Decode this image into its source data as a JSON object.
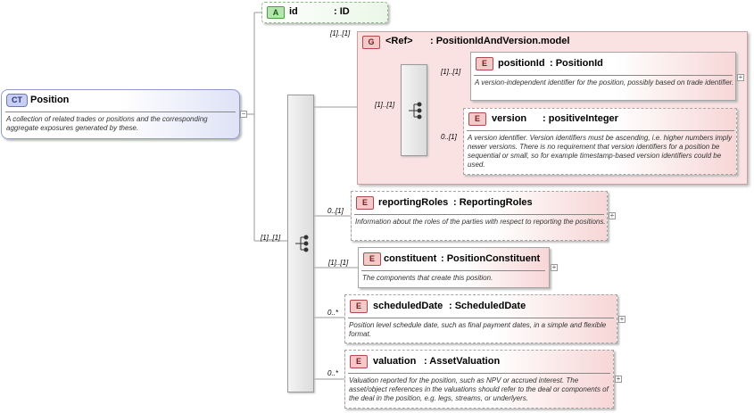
{
  "root": {
    "badge": "CT",
    "name": "Position",
    "description": "A collection of related trades or positions and the corresponding aggregate exposures generated by these."
  },
  "attribute": {
    "badge": "A",
    "name": "id",
    "type": ": ID"
  },
  "group": {
    "cardinality": "[1]..[1]",
    "badge": "G",
    "name": "<Ref>",
    "type": ": PositionIdAndVersion.model",
    "inner_cardinality": "[1]..[1]",
    "elements": [
      {
        "cardinality": "[1]..[1]",
        "badge": "E",
        "name": "positionId",
        "type": ": PositionId",
        "description": "A version-independent identifier for the position, possibly based on trade identifier."
      },
      {
        "cardinality": "0..[1]",
        "badge": "E",
        "name": "version",
        "type": ": positiveInteger",
        "description": "A version identifier. Version identifiers must be ascending, i.e. higher numbers imply newer versions. There is no requirement that version identifiers for a position be sequential or small, so for example timestamp-based version identifiers could be used."
      }
    ]
  },
  "sequence_cardinality": "[1]..[1]",
  "elements": [
    {
      "cardinality": "0..[1]",
      "badge": "E",
      "name": "reportingRoles",
      "type": ": ReportingRoles",
      "description": "Information about the roles of the parties with respect to reporting the positions."
    },
    {
      "cardinality": "[1]..[1]",
      "badge": "E",
      "name": "constituent",
      "type": ": PositionConstituent",
      "description": "The components that create this position."
    },
    {
      "cardinality": "0..*",
      "badge": "E",
      "name": "scheduledDate",
      "type": ": ScheduledDate",
      "description": "Position level schedule date, such as final payment dates, in a simple and flexible format."
    },
    {
      "cardinality": "0..*",
      "badge": "E",
      "name": "valuation",
      "type": ": AssetValuation",
      "description": "Valuation reported for the position, such as NPV or accrued interest. The asset/object references in the valuations should refer to the deal or components of the deal in the position, e.g. legs, streams, or underlyers."
    }
  ],
  "colors": {
    "element_badge": "#f5c9c9",
    "attribute_badge": "#b6e6b0",
    "complex_type_badge": "#c9cff2",
    "group_fill": "#fbe2e2"
  }
}
